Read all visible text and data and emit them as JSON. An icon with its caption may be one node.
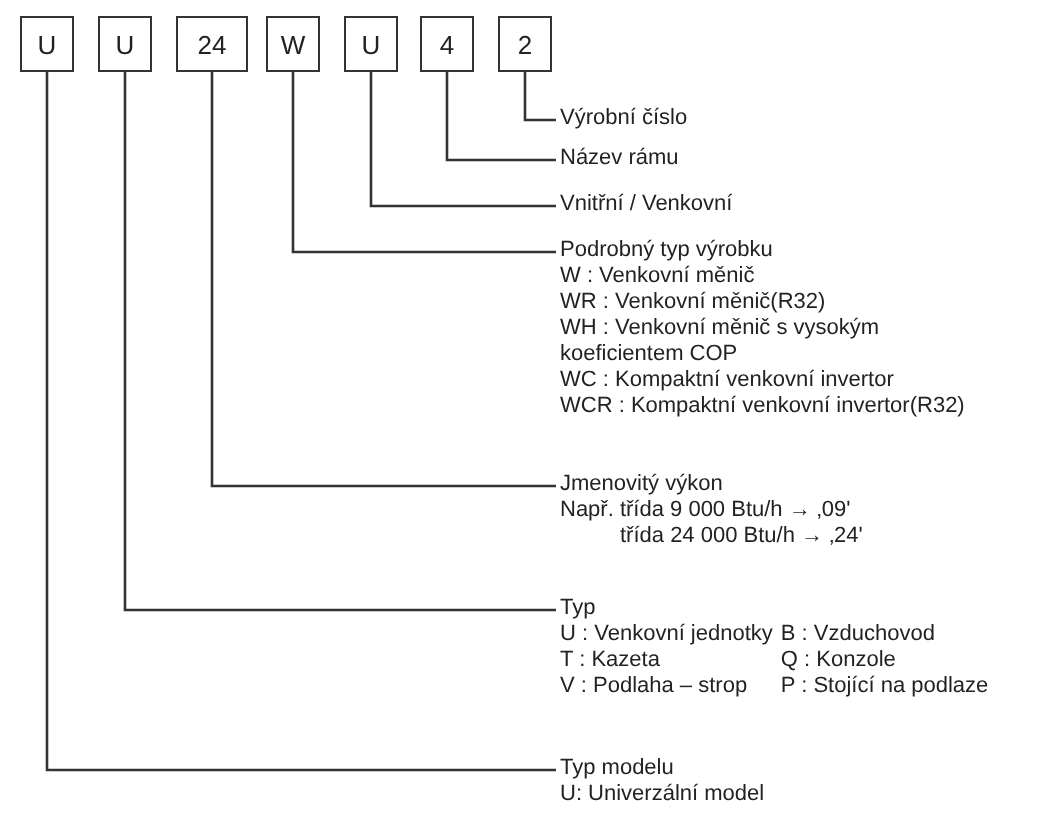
{
  "diagram": {
    "nodes": [
      {
        "text": [
          "U"
        ]
      },
      {
        "text": [
          "U"
        ]
      },
      {
        "text": [
          "24"
        ]
      },
      {
        "text": [
          "W"
        ]
      },
      {
        "text": [
          "U"
        ]
      },
      {
        "text": [
          "4"
        ]
      },
      {
        "text": [
          "2"
        ]
      },
      {
        "text": [
          "Výrobní číslo"
        ]
      },
      {
        "text": [
          "Název rámu"
        ]
      },
      {
        "text": [
          "Vnitřní / Venkovní"
        ]
      },
      {
        "text": [
          "Podrobný typ výrobku",
          "W : Venkovní měnič",
          "WR : Venkovní měnič(R32)",
          "WH : Venkovní měnič s vysokým koeficientem COP",
          "WC : Kompaktní venkovní invertor",
          "WCR : Kompaktní venkovní invertor(R32)"
        ]
      },
      {
        "text": [
          "Jmenovitý výkon",
          "Např. třída 9 000 Btu/h → ‚09'",
          "třída 24 000 Btu/h → ‚24'"
        ]
      },
      {
        "text": [
          "Typ",
          "U : Venkovní jednotky",
          "B : Vzduchovod",
          "T : Kazeta",
          "Q : Konzole",
          "V : Podlaha – strop",
          "P : Stojící na podlaze"
        ]
      },
      {
        "text": [
          "Typ modelu",
          "U: Univerzální model"
        ]
      }
    ],
    "edges": [
      {
        "from": 6,
        "to": 7,
        "arrow": "none"
      },
      {
        "from": 5,
        "to": 8,
        "arrow": "none"
      },
      {
        "from": 4,
        "to": 9,
        "arrow": "none"
      },
      {
        "from": 3,
        "to": 10,
        "arrow": "none"
      },
      {
        "from": 2,
        "to": 11,
        "arrow": "none"
      },
      {
        "from": 1,
        "to": 12,
        "arrow": "none"
      },
      {
        "from": 0,
        "to": 13,
        "arrow": "none"
      }
    ]
  }
}
